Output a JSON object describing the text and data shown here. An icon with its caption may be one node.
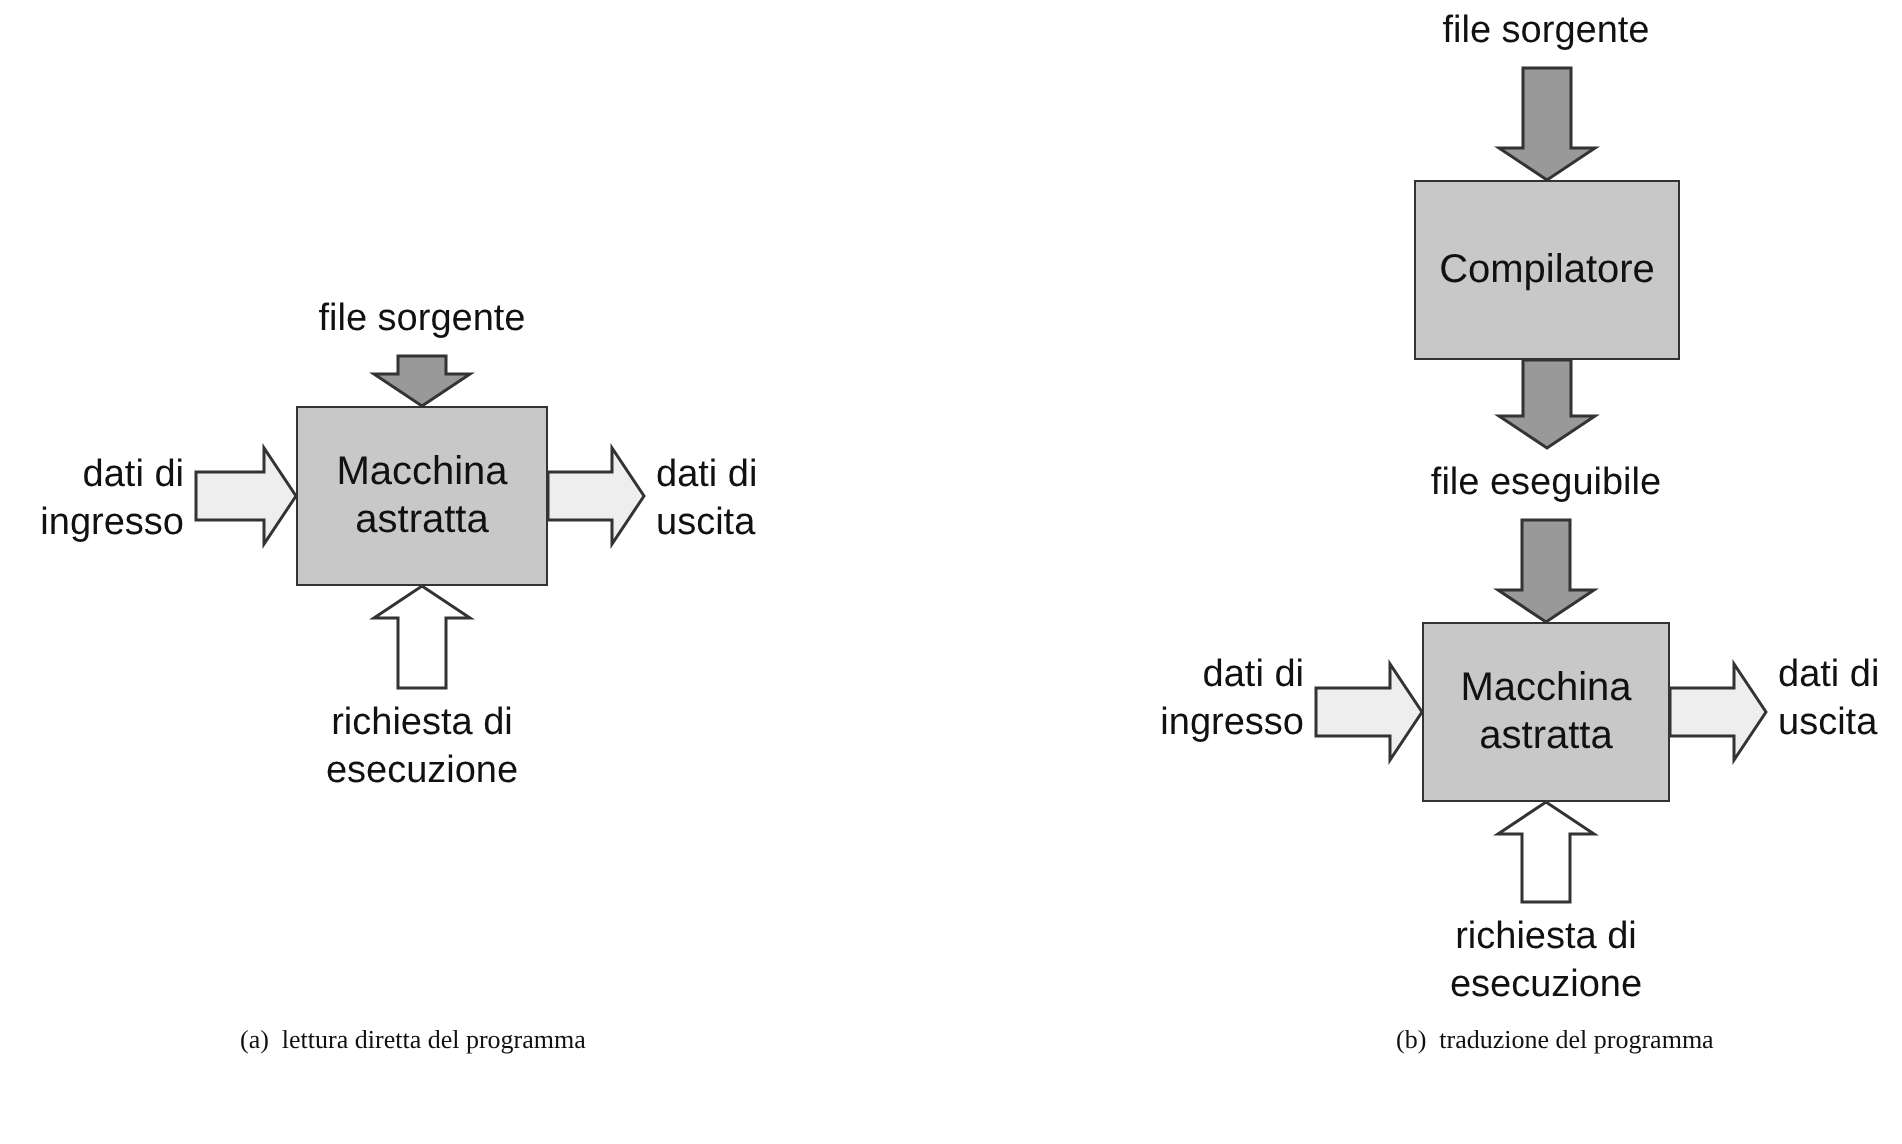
{
  "diagram": {
    "nodes": [
      {
        "text": [
          "file sorgente"
        ]
      },
      {
        "text": [
          "dati di ingresso"
        ]
      },
      {
        "text": [
          "Macchina astratta"
        ]
      },
      {
        "text": [
          "dati di uscita"
        ]
      },
      {
        "text": [
          "richiesta di esecuzione"
        ]
      },
      {
        "text": [
          "file sorgente"
        ]
      },
      {
        "text": [
          "Compilatore"
        ]
      },
      {
        "text": [
          "file eseguibile"
        ]
      },
      {
        "text": [
          "dati di ingresso"
        ]
      },
      {
        "text": [
          "Macchina astratta"
        ]
      },
      {
        "text": [
          "dati di uscita"
        ]
      },
      {
        "text": [
          "richiesta di esecuzione"
        ]
      }
    ],
    "edges": [
      {
        "from": 0,
        "to": 2,
        "arrow": "to",
        "style": "thick",
        "color": "#999999"
      },
      {
        "from": 1,
        "to": 2,
        "arrow": "to",
        "style": "thick",
        "color": "#eeeeee"
      },
      {
        "from": 2,
        "to": 3,
        "arrow": "to",
        "style": "thick",
        "color": "#eeeeee"
      },
      {
        "from": 4,
        "to": 2,
        "arrow": "to",
        "style": "thick",
        "color": "#ffffff"
      },
      {
        "from": 5,
        "to": 6,
        "arrow": "to",
        "style": "thick",
        "color": "#999999"
      },
      {
        "from": 6,
        "to": 7,
        "arrow": "to",
        "style": "thick",
        "color": "#999999"
      },
      {
        "from": 7,
        "to": 9,
        "arrow": "to",
        "style": "thick",
        "color": "#999999"
      },
      {
        "from": 8,
        "to": 9,
        "arrow": "to",
        "style": "thick",
        "color": "#eeeeee"
      },
      {
        "from": 9,
        "to": 10,
        "arrow": "to",
        "style": "thick",
        "color": "#eeeeee"
      },
      {
        "from": 11,
        "to": 9,
        "arrow": "to",
        "style": "thick",
        "color": "#ffffff"
      }
    ],
    "labels": [
      "(a)  lettura diretta del programma",
      "(b)  traduzione del programma"
    ]
  }
}
